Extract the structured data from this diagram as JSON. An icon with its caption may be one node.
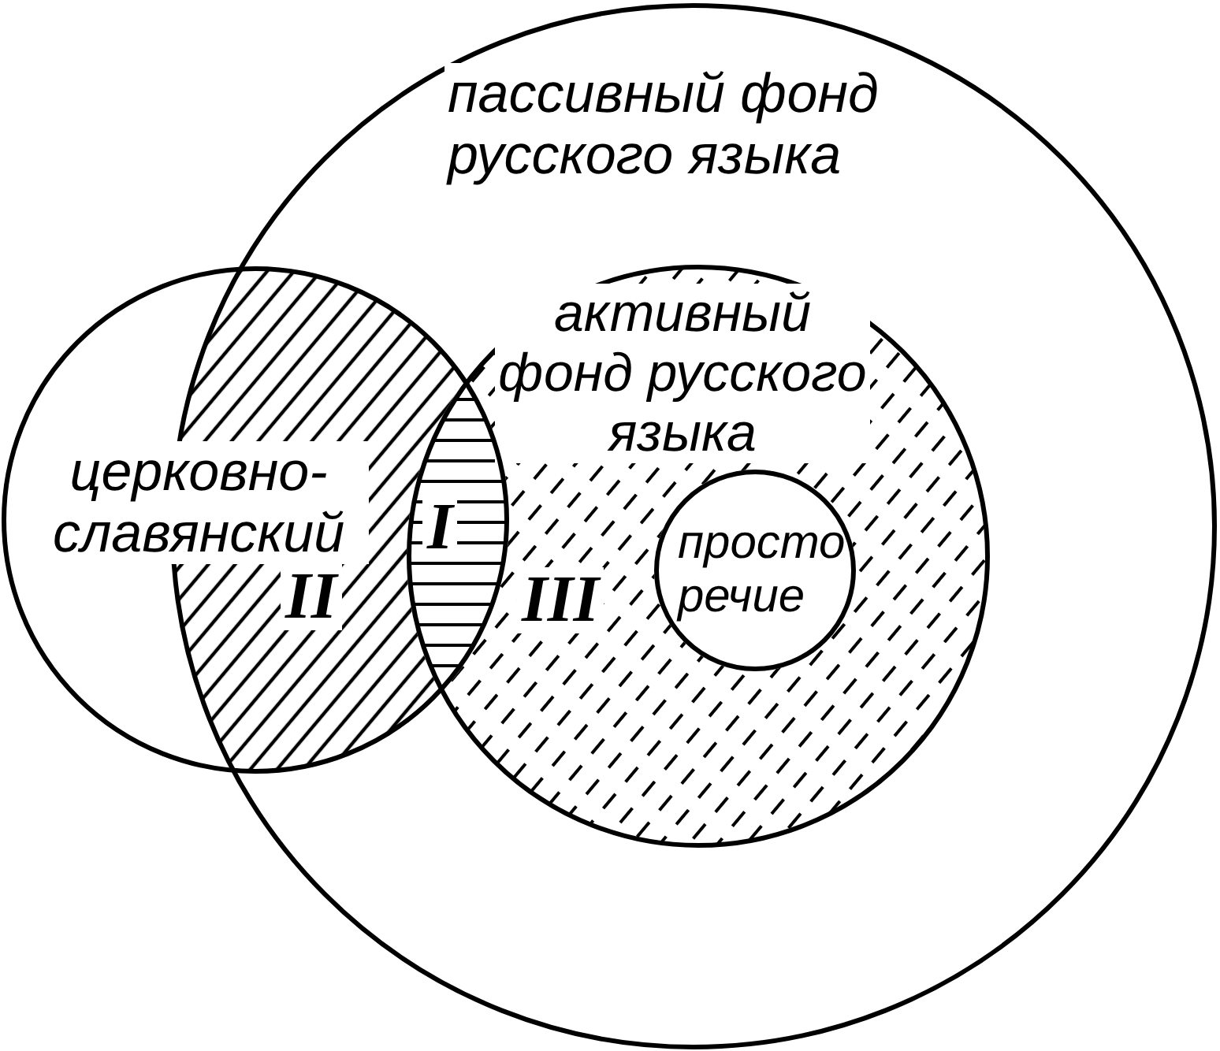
{
  "diagram": {
    "nodes": [
      {
        "text": [
          "пассивный фонд русского языка"
        ]
      },
      {
        "text": [
          "церковно-славянский"
        ]
      },
      {
        "text": [
          "активный фонд русского языка"
        ],
        "in": 0
      },
      {
        "text": [
          "просто речие"
        ],
        "in": 2
      }
    ],
    "labels": [
      "I",
      "II",
      "III"
    ]
  }
}
